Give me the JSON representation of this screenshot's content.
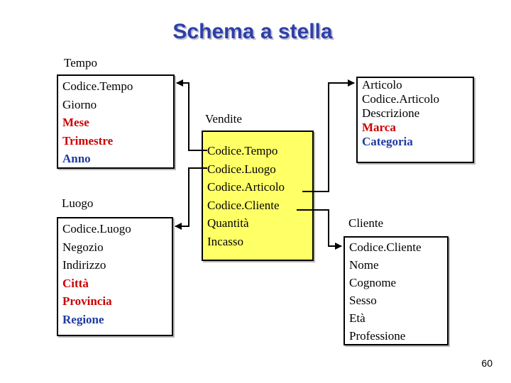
{
  "title": "Schema a stella",
  "tempo": {
    "name": "Tempo",
    "attributes": [
      "Codice.Tempo",
      "Giorno",
      "Mese",
      "Trimestre",
      "Anno"
    ]
  },
  "luogo": {
    "name": "Luogo",
    "attributes": [
      "Codice.Luogo",
      "Negozio",
      "Indirizzo",
      "Città",
      "Provincia",
      "Regione"
    ]
  },
  "vendite": {
    "name": "Vendite",
    "attributes": [
      "Codice.Tempo",
      "Codice.Luogo",
      "Codice.Articolo",
      "Codice.Cliente",
      "Quantità",
      "Incasso"
    ]
  },
  "articolo": {
    "name": "Articolo",
    "attributes": [
      "Codice.Articolo",
      "Descrizione",
      "Marca",
      "Categoria"
    ]
  },
  "cliente": {
    "name": "Cliente",
    "attributes": [
      "Codice.Cliente",
      "Nome",
      "Cognome",
      "Sesso",
      "Età",
      "Professione"
    ]
  },
  "page_number": "60",
  "colors": {
    "title": "#2f3fa8",
    "red": "#cc0000",
    "blue": "#1f3aa0",
    "fact_fill": "#ffff66"
  }
}
